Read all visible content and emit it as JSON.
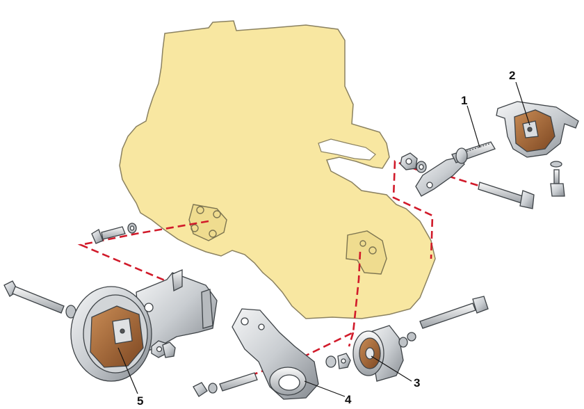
{
  "callouts": {
    "c1": "1",
    "c2": "2",
    "c3": "3",
    "c4": "4",
    "c5": "5"
  },
  "colors": {
    "engine_fill": "#f8e7a1",
    "engine_stroke": "#8a8160",
    "dash_line": "#d11a2a",
    "metal_light": "#e6e8ea",
    "metal_dark": "#8d9297",
    "rubber": "#a86a3a"
  }
}
